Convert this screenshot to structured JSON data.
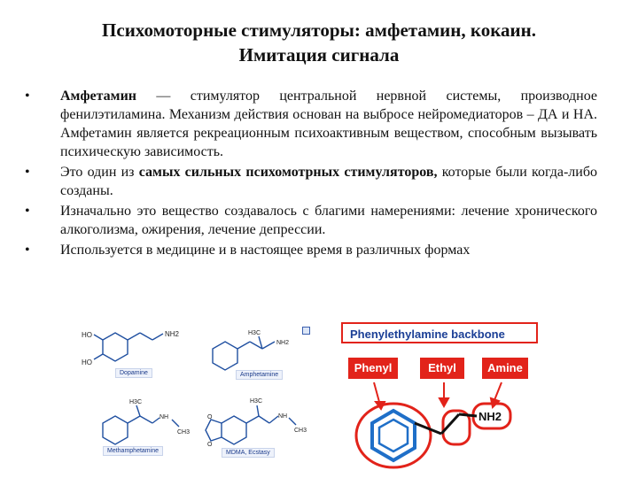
{
  "title": {
    "line1": "Психомоторные стимуляторы: амфетамин, кокаин.",
    "line2": "Имитация сигнала"
  },
  "bullets": [
    {
      "bold": "Амфетамин",
      "text": " — стимулятор центральной нервной системы, производное фенилэтиламина. Механизм действия основан на выбросе нейромедиаторов – ДА и НА. Амфетамин является рекреационным психоактивным веществом, способным вызывать психическую зависимость."
    },
    {
      "pre": "Это один из ",
      "bold": "самых сильных психомотрных стимуляторов,",
      "post": " которые были когда-либо созданы."
    },
    {
      "text": "Изначально это вещество создавалось с благими намерениями: лечение хронического алкоголизма, ожирения, лечение депрессии."
    },
    {
      "text": "Используется в медицине и в настоящее время в различных формах"
    }
  ],
  "structures": {
    "dopamine": {
      "caption": "Dopamine",
      "labels": [
        "HO",
        "HO",
        "NH2"
      ]
    },
    "amphetamine": {
      "caption": "Amphetamine",
      "labels": [
        "H3C",
        "NH2"
      ]
    },
    "methamphetamine": {
      "caption": "Methamphetamine",
      "labels": [
        "H3C",
        "NH",
        "CH3"
      ]
    },
    "mdma": {
      "caption": "MDMA, Ecstasy",
      "labels": [
        "O",
        "O",
        "H3C",
        "NH",
        "CH3"
      ]
    }
  },
  "backbone": {
    "title": "Phenylethylamine backbone",
    "tags": [
      "Phenyl",
      "Ethyl",
      "Amine"
    ],
    "group_label": "NH2"
  },
  "colors": {
    "accent_red": "#e2231a",
    "bond_blue": "#1f6fc8",
    "label_blue": "#1b3f96"
  }
}
